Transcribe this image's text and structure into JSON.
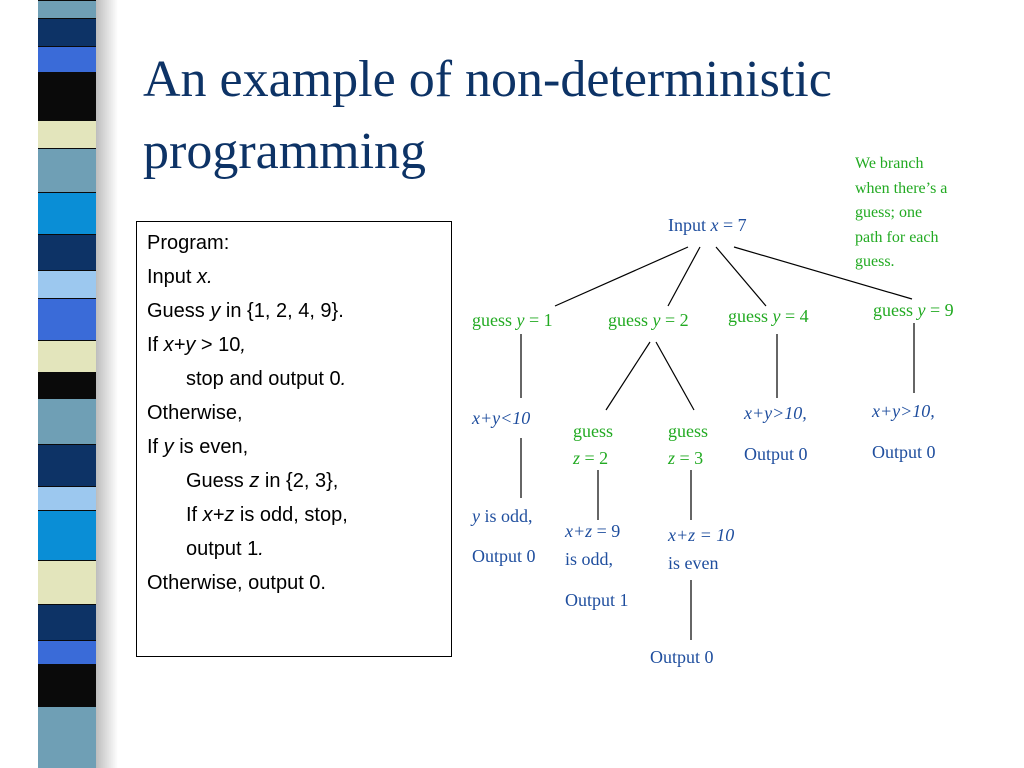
{
  "slide": {
    "title_line1": "An example of non-deterministic",
    "title_line2": "programming",
    "note_lines": [
      "We branch",
      "when there’s a",
      "guess; one",
      "path for each",
      "guess."
    ]
  },
  "stripe": {
    "bands": [
      {
        "color": "#6f9fb5"
      },
      {
        "color": "#0d3366"
      },
      {
        "color": "#3a6bd8"
      },
      {
        "color": "#0a0a0a"
      },
      {
        "color": "#e3e5bc"
      },
      {
        "color": "#6f9fb5"
      },
      {
        "color": "#0a8ed6"
      },
      {
        "color": "#0d3366"
      },
      {
        "color": "#9cc8ef"
      },
      {
        "color": "#3a6bd8"
      },
      {
        "color": "#e3e5bc"
      },
      {
        "color": "#0a0a0a"
      },
      {
        "color": "#6f9fb5"
      },
      {
        "color": "#0d3366"
      },
      {
        "color": "#9cc8ef"
      },
      {
        "color": "#0a8ed6"
      },
      {
        "color": "#e3e5bc"
      },
      {
        "color": "#0d3366"
      },
      {
        "color": "#3a6bd8"
      },
      {
        "color": "#0a0a0a"
      },
      {
        "color": "#6f9fb5"
      }
    ]
  },
  "program": {
    "lines": [
      {
        "parts": [
          {
            "t": "Program:",
            "i": false
          }
        ]
      },
      {
        "parts": [
          {
            "t": "Input ",
            "i": false
          },
          {
            "t": "x.",
            "i": true
          }
        ]
      },
      {
        "parts": [
          {
            "t": "Guess ",
            "i": false
          },
          {
            "t": "y",
            "i": true
          },
          {
            "t": " in {1, 2, 4, 9}.",
            "i": false
          }
        ]
      },
      {
        "parts": [
          {
            "t": "If ",
            "i": false
          },
          {
            "t": "x+y",
            "i": true
          },
          {
            "t": " > 10",
            "i": false
          },
          {
            "t": ",",
            "i": true
          }
        ]
      },
      {
        "indent": true,
        "parts": [
          {
            "t": "stop and output 0",
            "i": false
          },
          {
            "t": ".",
            "i": true
          }
        ]
      },
      {
        "parts": [
          {
            "t": "Otherwise,",
            "i": false
          }
        ]
      },
      {
        "parts": [
          {
            "t": "If ",
            "i": false
          },
          {
            "t": "y",
            "i": true
          },
          {
            "t": " is even,",
            "i": false
          }
        ]
      },
      {
        "indent": true,
        "parts": [
          {
            "t": "Guess ",
            "i": false
          },
          {
            "t": "z",
            "i": true
          },
          {
            "t": " in {2, 3},",
            "i": false
          }
        ]
      },
      {
        "indent": true,
        "parts": [
          {
            "t": "If ",
            "i": false
          },
          {
            "t": "x+z",
            "i": true
          },
          {
            "t": " is odd, stop,",
            "i": false
          }
        ]
      },
      {
        "indent": true,
        "parts": [
          {
            "t": "output 1",
            "i": false
          },
          {
            "t": ".",
            "i": true
          }
        ]
      },
      {
        "parts": [
          {
            "t": "Otherwise, output 0.",
            "i": false
          }
        ]
      }
    ]
  },
  "tree": {
    "nodes": [
      {
        "name": "input-root",
        "cls": "blue",
        "parts": [
          {
            "t": "Input ",
            "i": false
          },
          {
            "t": "x",
            "i": true
          },
          {
            "t": " = 7",
            "i": false
          }
        ]
      },
      {
        "name": "guess-y1",
        "cls": "green",
        "parts": [
          {
            "t": "guess ",
            "i": false
          },
          {
            "t": "y",
            "i": true
          },
          {
            "t": " = 1",
            "i": false
          }
        ]
      },
      {
        "name": "guess-y2",
        "cls": "green",
        "parts": [
          {
            "t": "guess ",
            "i": false
          },
          {
            "t": "y",
            "i": true
          },
          {
            "t": " = 2",
            "i": false
          }
        ]
      },
      {
        "name": "guess-y4",
        "cls": "green",
        "parts": [
          {
            "t": "guess ",
            "i": false
          },
          {
            "t": "y",
            "i": true
          },
          {
            "t": " = 4",
            "i": false
          }
        ]
      },
      {
        "name": "guess-y9",
        "cls": "green",
        "parts": [
          {
            "t": "guess ",
            "i": false
          },
          {
            "t": "y",
            "i": true
          },
          {
            "t": " = 9",
            "i": false
          }
        ]
      },
      {
        "name": "cond-y1",
        "cls": "blue",
        "parts": [
          {
            "t": "x+y<10",
            "i": true
          }
        ]
      },
      {
        "name": "guess-z2-a",
        "cls": "green",
        "parts": [
          {
            "t": "guess",
            "i": false
          }
        ]
      },
      {
        "name": "guess-z2-b",
        "cls": "green",
        "parts": [
          {
            "t": "z",
            "i": true
          },
          {
            "t": " = 2",
            "i": false
          }
        ]
      },
      {
        "name": "guess-z3-a",
        "cls": "green",
        "parts": [
          {
            "t": "guess",
            "i": false
          }
        ]
      },
      {
        "name": "guess-z3-b",
        "cls": "green",
        "parts": [
          {
            "t": "z",
            "i": true
          },
          {
            "t": " = 3",
            "i": false
          }
        ]
      },
      {
        "name": "cond-y4",
        "cls": "blue",
        "parts": [
          {
            "t": "x+y>10,",
            "i": true
          }
        ]
      },
      {
        "name": "out-y4",
        "cls": "blue",
        "parts": [
          {
            "t": "Output 0",
            "i": false
          }
        ]
      },
      {
        "name": "cond-y9",
        "cls": "blue",
        "parts": [
          {
            "t": "x+y>10,",
            "i": true
          }
        ]
      },
      {
        "name": "out-y9",
        "cls": "blue",
        "parts": [
          {
            "t": "Output 0",
            "i": false
          }
        ]
      },
      {
        "name": "odd-y1",
        "cls": "blue",
        "parts": [
          {
            "t": "y",
            "i": true
          },
          {
            "t": " is odd,",
            "i": false
          }
        ]
      },
      {
        "name": "out-y1",
        "cls": "blue",
        "parts": [
          {
            "t": "Output 0",
            "i": false
          }
        ]
      },
      {
        "name": "sum-z2-a",
        "cls": "blue",
        "parts": [
          {
            "t": "x+z",
            "i": true
          },
          {
            "t": " = 9",
            "i": false
          }
        ]
      },
      {
        "name": "sum-z2-b",
        "cls": "blue",
        "parts": [
          {
            "t": "is odd,",
            "i": false
          }
        ]
      },
      {
        "name": "out-z2",
        "cls": "blue",
        "parts": [
          {
            "t": "Output 1",
            "i": false
          }
        ]
      },
      {
        "name": "sum-z3-a",
        "cls": "blue",
        "parts": [
          {
            "t": "x+z",
            "i": true
          },
          {
            "t": " = 10",
            "i": true
          }
        ]
      },
      {
        "name": "sum-z3-b",
        "cls": "blue",
        "parts": [
          {
            "t": "is even",
            "i": false
          }
        ]
      },
      {
        "name": "out-z3",
        "cls": "blue",
        "parts": [
          {
            "t": "Output 0",
            "i": false
          }
        ]
      }
    ]
  }
}
